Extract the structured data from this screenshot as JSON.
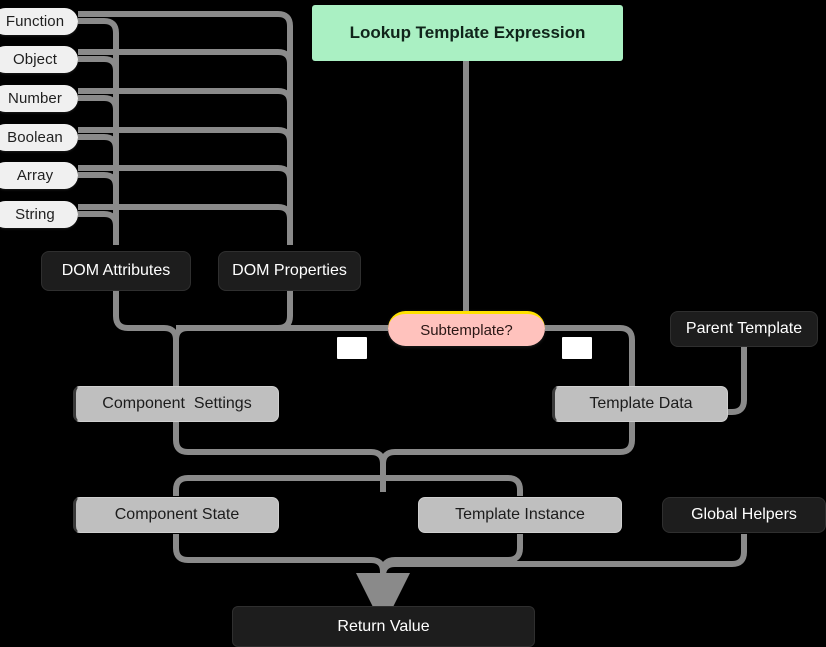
{
  "diagram": {
    "title": "Lookup Template Expression",
    "type": "flowchart",
    "background": "#000000",
    "palette": {
      "edge": "#8a8a8a",
      "pill_bg": "#f0f0f0",
      "grey_bg": "#bfbfbf",
      "dark_bg": "#1d1d1d",
      "green_bg": "#aaf0c3",
      "pink_bg": "#ffc2bd",
      "pink_accent": "#ffe100"
    }
  },
  "header": {
    "label": "Lookup Template Expression"
  },
  "type_pills": [
    {
      "id": "function",
      "label": "Function"
    },
    {
      "id": "object",
      "label": "Object"
    },
    {
      "id": "number",
      "label": "Number"
    },
    {
      "id": "boolean",
      "label": "Boolean"
    },
    {
      "id": "array",
      "label": "Array"
    },
    {
      "id": "string",
      "label": "String"
    }
  ],
  "dom_nodes": [
    {
      "id": "dom-attributes",
      "label": "DOM Attributes"
    },
    {
      "id": "dom-properties",
      "label": "DOM Properties"
    }
  ],
  "decision": {
    "id": "subtemplate",
    "label": "Subtemplate?",
    "branch_labels": [
      "",
      ""
    ]
  },
  "mid_nodes": [
    {
      "id": "component-settings",
      "label": "Component  Settings"
    },
    {
      "id": "template-data",
      "label": "Template Data"
    },
    {
      "id": "parent-template",
      "label": "Parent Template"
    }
  ],
  "lower_nodes": [
    {
      "id": "component-state",
      "label": "Component State"
    },
    {
      "id": "template-instance",
      "label": "Template Instance"
    },
    {
      "id": "global-helpers",
      "label": "Global Helpers"
    }
  ],
  "result": {
    "id": "return-value",
    "label": "Return Value"
  }
}
